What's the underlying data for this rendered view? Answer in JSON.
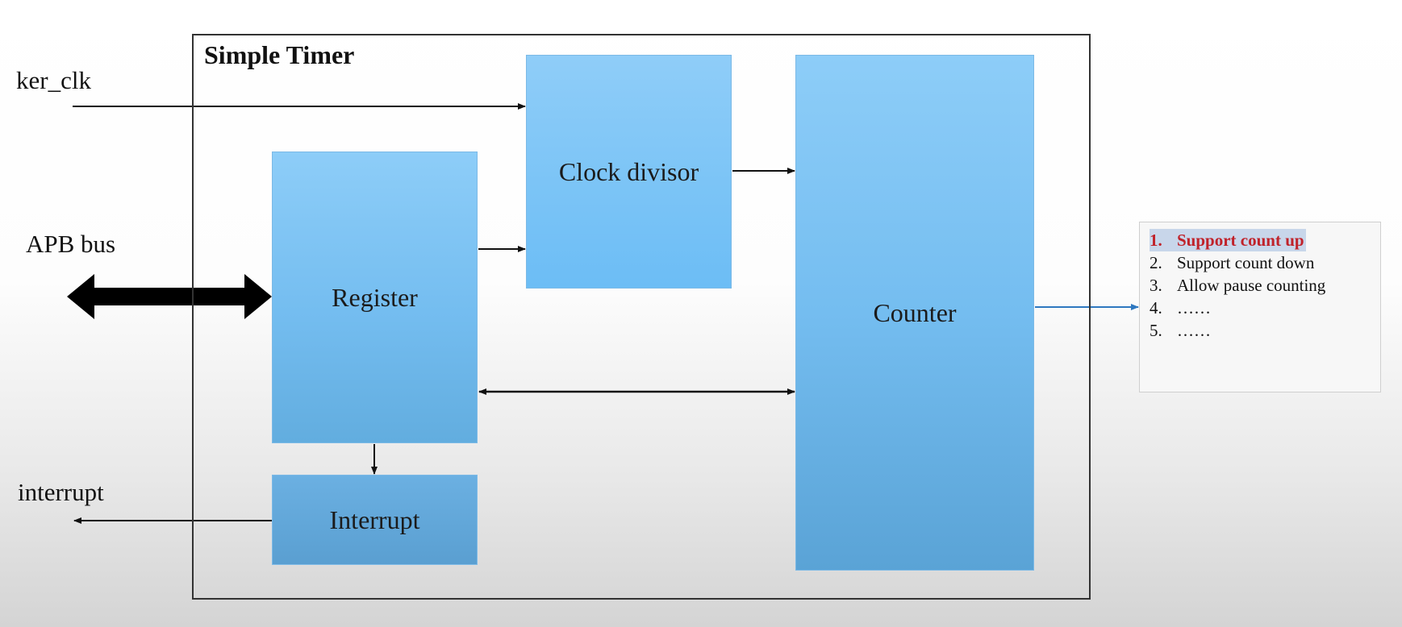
{
  "diagram": {
    "title": "Simple Timer",
    "inputs": {
      "ker_clk": "ker_clk",
      "apb_bus": "APB bus",
      "interrupt": "interrupt"
    },
    "blocks": {
      "clock_divisor": "Clock divisor",
      "register": "Register",
      "counter": "Counter",
      "interrupt": "Interrupt"
    }
  },
  "notes": {
    "items": [
      {
        "num": "1.",
        "text": "Support count up",
        "highlighted": true
      },
      {
        "num": "2.",
        "text": "Support count down",
        "highlighted": false
      },
      {
        "num": "3.",
        "text": "Allow pause counting",
        "highlighted": false
      },
      {
        "num": "4.",
        "text": "……",
        "highlighted": false
      },
      {
        "num": "5.",
        "text": "……",
        "highlighted": false
      }
    ]
  },
  "colors": {
    "block_fill": "#7ec4f5",
    "frame": "#333333",
    "arrow": "#111111",
    "counter_output_arrow": "#2e78c0",
    "highlight_text": "#c0222a",
    "highlight_bg": "#c8d6ea"
  }
}
